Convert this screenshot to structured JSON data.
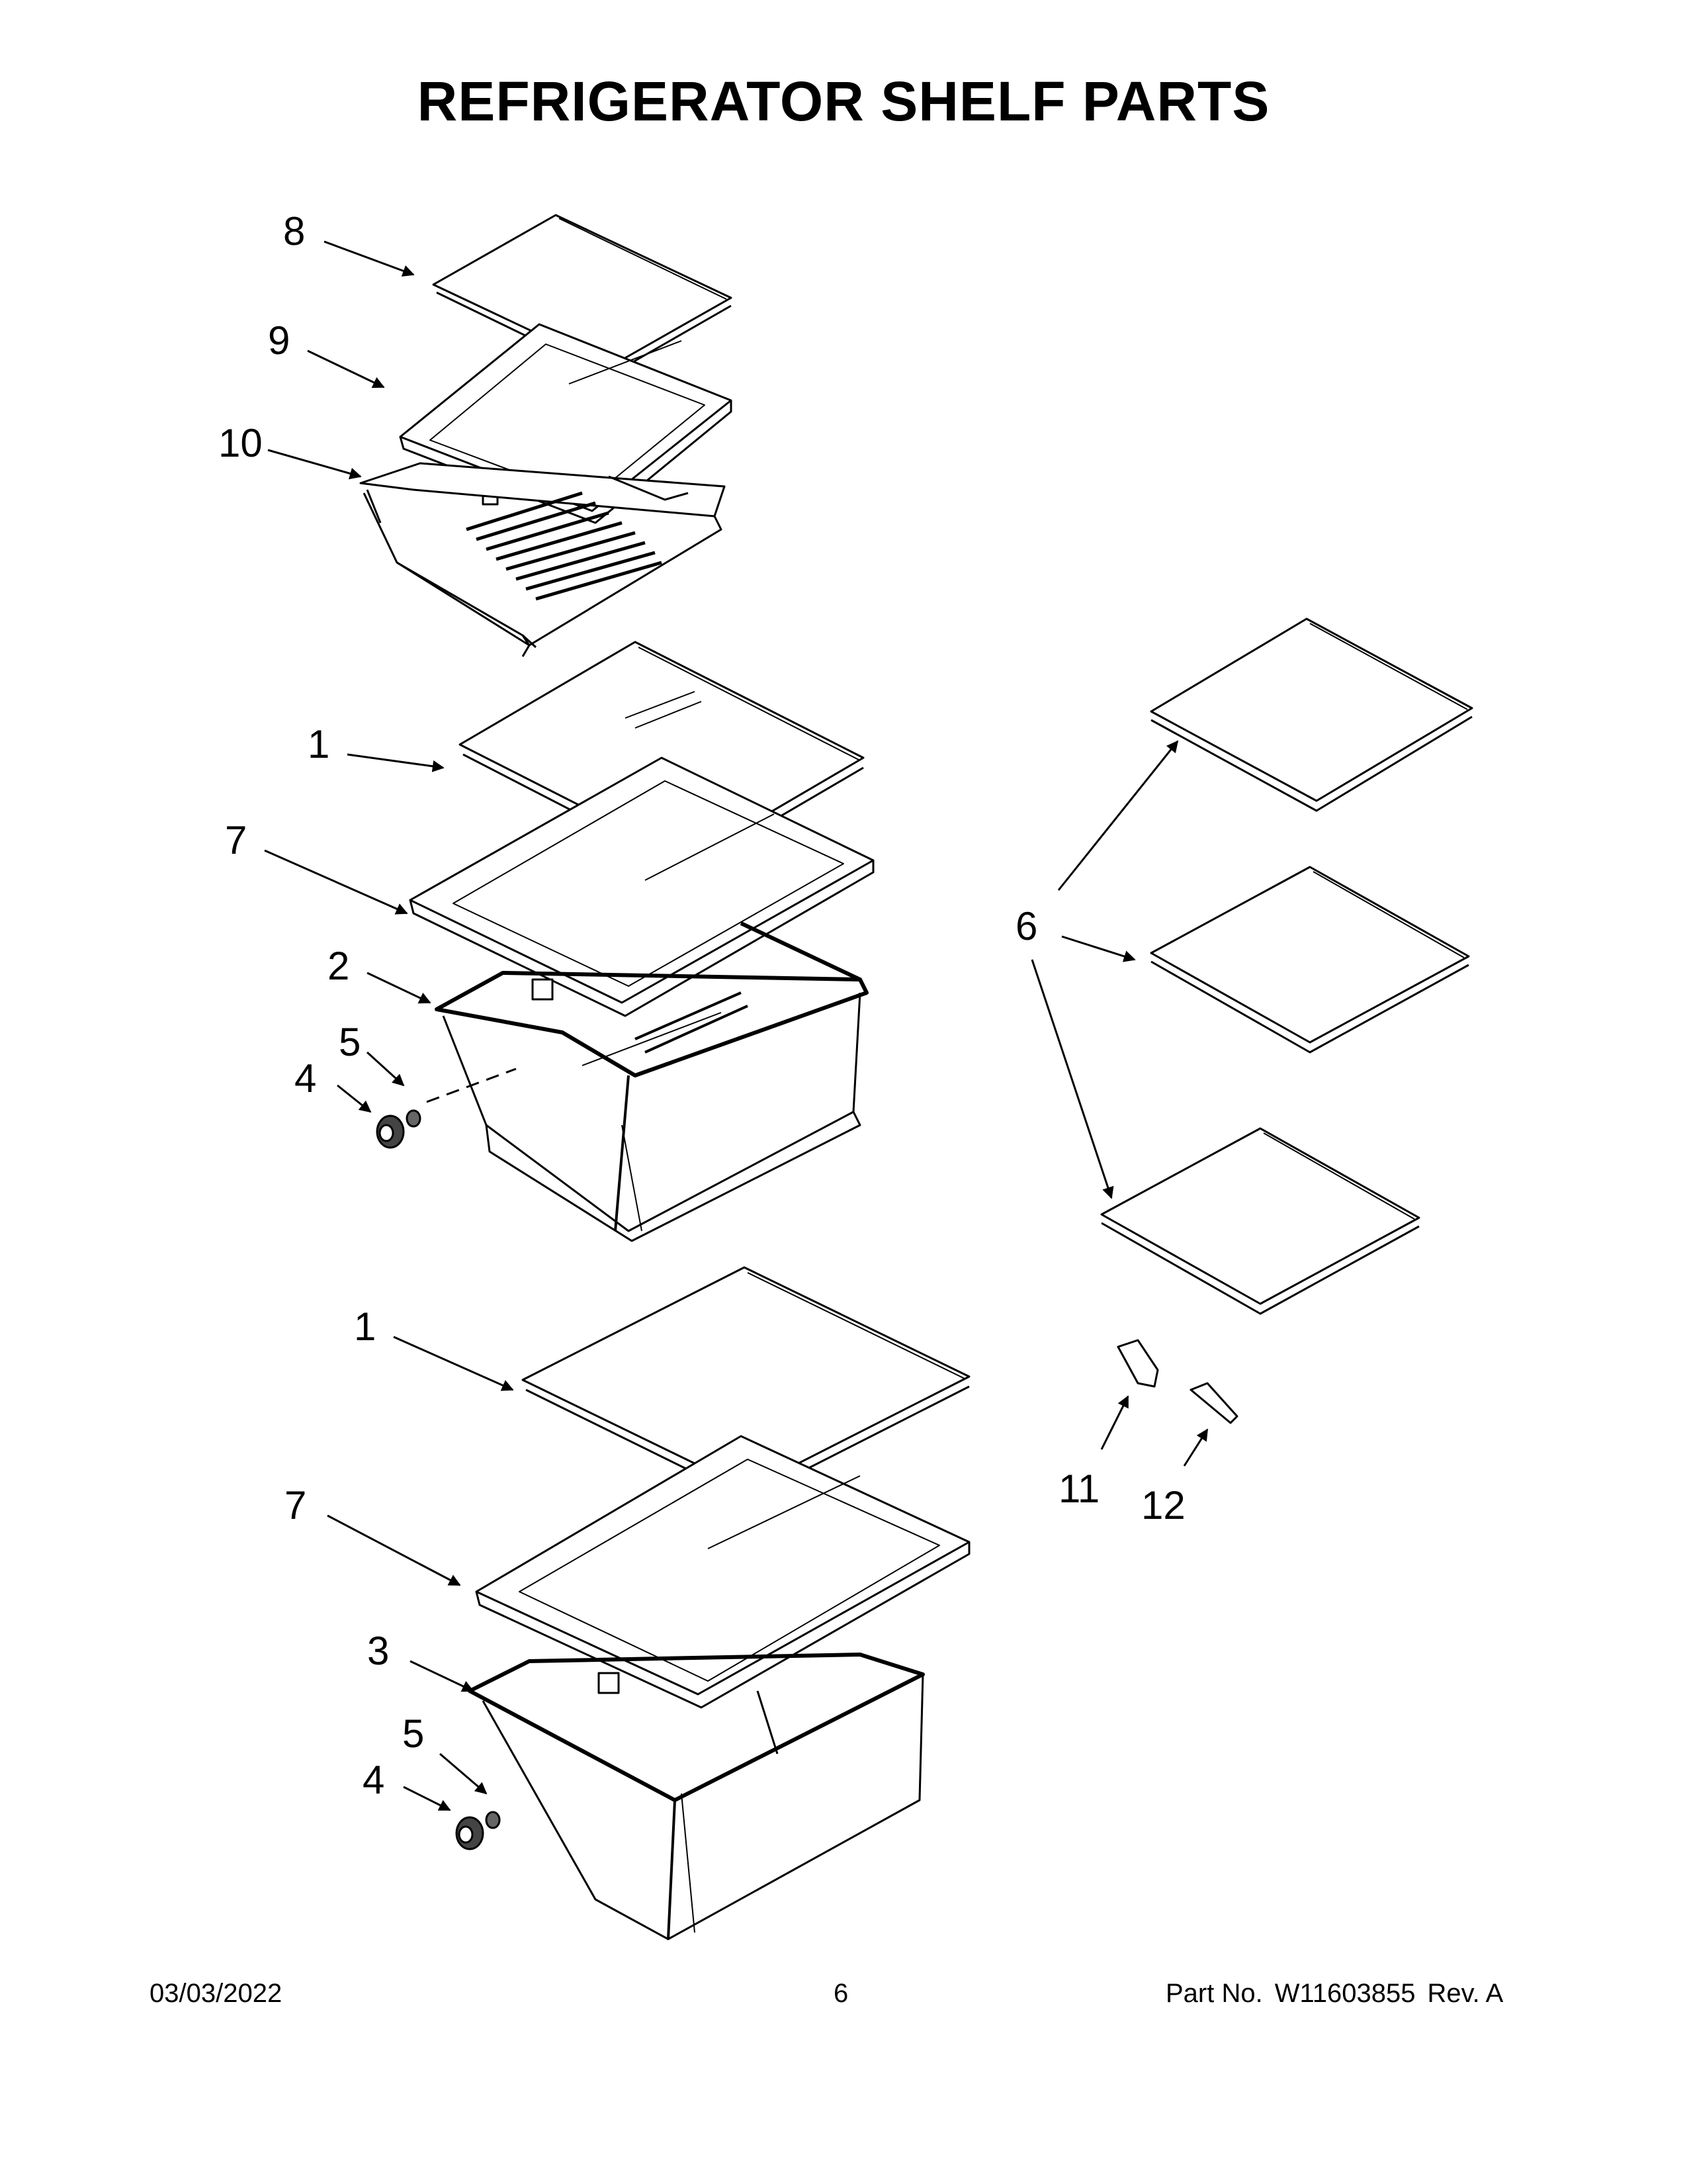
{
  "title": "REFRIGERATOR SHELF PARTS",
  "callouts": {
    "c1a": "1",
    "c1b": "1",
    "c2": "2",
    "c3": "3",
    "c4a": "4",
    "c4b": "4",
    "c5a": "5",
    "c5b": "5",
    "c6": "6",
    "c7a": "7",
    "c7b": "7",
    "c8": "8",
    "c9": "9",
    "c10": "10",
    "c11": "11",
    "c12": "12"
  },
  "footer": {
    "date": "03/03/2022",
    "page": "6",
    "part_label": "Part No.",
    "part_number": "W11603855",
    "revision": "Rev.  A"
  }
}
